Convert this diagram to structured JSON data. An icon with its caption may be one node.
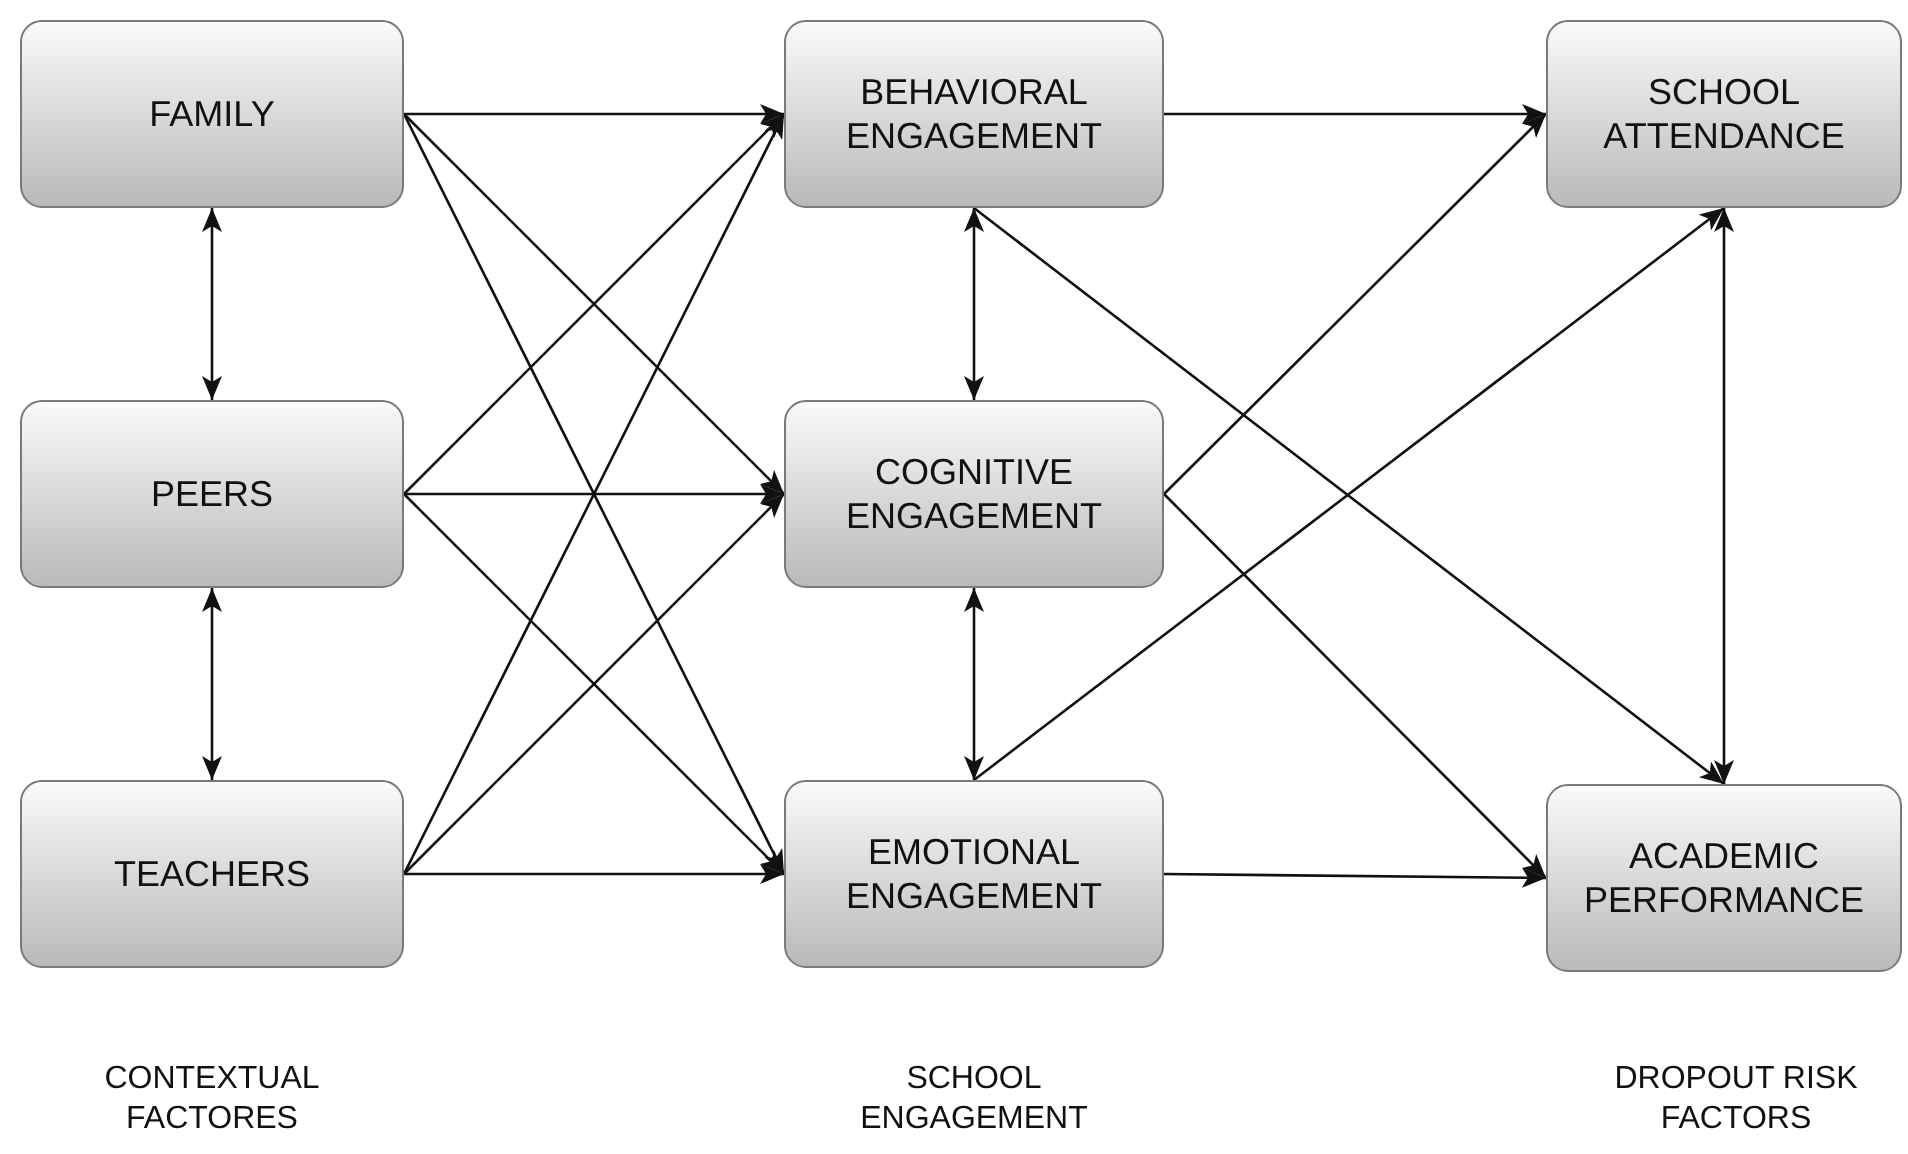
{
  "diagram": {
    "nodes": [
      {
        "text": [
          "FAMILY"
        ]
      },
      {
        "text": [
          "PEERS"
        ]
      },
      {
        "text": [
          "TEACHERS"
        ]
      },
      {
        "text": [
          "BEHAVIORAL ENGAGEMENT"
        ]
      },
      {
        "text": [
          "COGNITIVE ENGAGEMENT"
        ]
      },
      {
        "text": [
          "EMOTIONAL ENGAGEMENT"
        ]
      },
      {
        "text": [
          "SCHOOL ATTENDANCE"
        ]
      },
      {
        "text": [
          "ACADEMIC PERFORMANCE"
        ]
      }
    ],
    "edges": [
      {
        "from": 0,
        "to": 3,
        "arrow": "to"
      },
      {
        "from": 0,
        "to": 4,
        "arrow": "to"
      },
      {
        "from": 0,
        "to": 5,
        "arrow": "to"
      },
      {
        "from": 1,
        "to": 3,
        "arrow": "to"
      },
      {
        "from": 1,
        "to": 4,
        "arrow": "to"
      },
      {
        "from": 1,
        "to": 5,
        "arrow": "to"
      },
      {
        "from": 2,
        "to": 3,
        "arrow": "to"
      },
      {
        "from": 2,
        "to": 4,
        "arrow": "to"
      },
      {
        "from": 2,
        "to": 5,
        "arrow": "to"
      },
      {
        "from": 3,
        "to": 6,
        "arrow": "to"
      },
      {
        "from": 3,
        "to": 7,
        "arrow": "to"
      },
      {
        "from": 4,
        "to": 6,
        "arrow": "to"
      },
      {
        "from": 4,
        "to": 7,
        "arrow": "to"
      },
      {
        "from": 5,
        "to": 6,
        "arrow": "to"
      },
      {
        "from": 5,
        "to": 7,
        "arrow": "to"
      },
      {
        "from": 0,
        "to": 1,
        "arrow": "both"
      },
      {
        "from": 1,
        "to": 2,
        "arrow": "both"
      },
      {
        "from": 3,
        "to": 4,
        "arrow": "both"
      },
      {
        "from": 4,
        "to": 5,
        "arrow": "both"
      },
      {
        "from": 6,
        "to": 7,
        "arrow": "both"
      }
    ],
    "labels": [
      "CONTEXTUAL FACTORES",
      "SCHOOL ENGAGEMENT",
      "DROPOUT RISK FACTORS"
    ]
  }
}
